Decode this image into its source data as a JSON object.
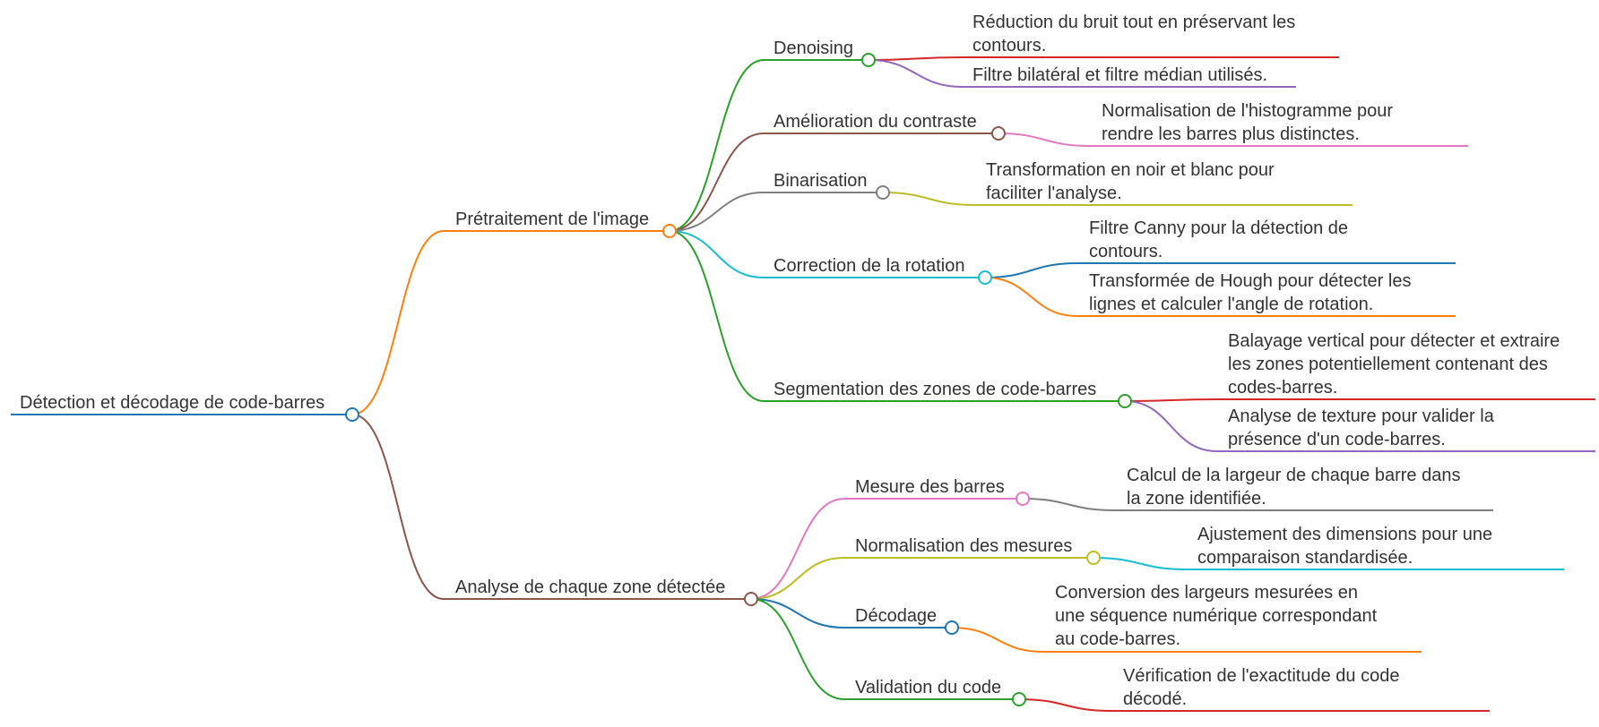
{
  "colors": {
    "blue": "#1f77b4",
    "orange": "#ff7f0e",
    "brown": "#8c564b",
    "green": "#2ca02c",
    "gray": "#7f7f7f",
    "cyan": "#17becf",
    "pink": "#e377c2",
    "olive": "#bcbd22",
    "red": "#d62728",
    "purple": "#9467bd",
    "text": "#333333"
  },
  "mindmap": {
    "root": "Détection et décodage de code-barres",
    "branches": [
      {
        "label": "Prétraitement de l'image",
        "children": [
          {
            "label": "Denoising",
            "children": [
              {
                "lines": [
                  "Réduction du bruit tout en préservant les",
                  "contours."
                ]
              },
              {
                "lines": [
                  "Filtre bilatéral et filtre médian utilisés."
                ]
              }
            ]
          },
          {
            "label": "Amélioration du contraste",
            "children": [
              {
                "lines": [
                  "Normalisation de l'histogramme pour",
                  "rendre les barres plus distinctes."
                ]
              }
            ]
          },
          {
            "label": "Binarisation",
            "children": [
              {
                "lines": [
                  "Transformation en noir et blanc pour",
                  "faciliter l'analyse."
                ]
              }
            ]
          },
          {
            "label": "Correction de la rotation",
            "children": [
              {
                "lines": [
                  "Filtre Canny pour la détection de",
                  "contours."
                ]
              },
              {
                "lines": [
                  "Transformée de Hough pour détecter les",
                  "lignes et calculer l'angle de rotation."
                ]
              }
            ]
          },
          {
            "label": "Segmentation des zones de code-barres",
            "children": [
              {
                "lines": [
                  "Balayage vertical pour détecter et extraire",
                  "les zones potentiellement contenant des",
                  "codes-barres."
                ]
              },
              {
                "lines": [
                  "Analyse de texture pour valider la",
                  "présence d'un code-barres."
                ]
              }
            ]
          }
        ]
      },
      {
        "label": "Analyse de chaque zone détectée",
        "children": [
          {
            "label": "Mesure des barres",
            "children": [
              {
                "lines": [
                  "Calcul de la largeur de chaque barre dans",
                  "la zone identifiée."
                ]
              }
            ]
          },
          {
            "label": "Normalisation des mesures",
            "children": [
              {
                "lines": [
                  "Ajustement des dimensions pour une",
                  "comparaison standardisée."
                ]
              }
            ]
          },
          {
            "label": "Décodage",
            "children": [
              {
                "lines": [
                  "Conversion des largeurs mesurées en",
                  "une séquence numérique correspondant",
                  "au code-barres."
                ]
              }
            ]
          },
          {
            "label": "Validation du code",
            "children": [
              {
                "lines": [
                  "Vérification de l'exactitude du code",
                  "décodé."
                ]
              }
            ]
          }
        ]
      }
    ]
  }
}
